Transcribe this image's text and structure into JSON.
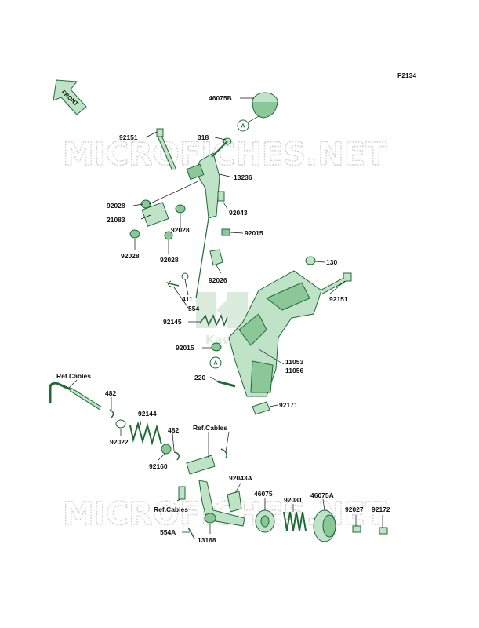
{
  "figure": {
    "id": "F2134"
  },
  "front_tag": "FRONT",
  "callout_letter": "A",
  "watermark": {
    "text": "MICROFICHES.NET",
    "logo_text": "Kawasaki"
  },
  "parts": [
    {
      "key": "p46075B",
      "num": "46075B"
    },
    {
      "key": "p318",
      "num": "318"
    },
    {
      "key": "p92151a",
      "num": "92151"
    },
    {
      "key": "p13236",
      "num": "13236"
    },
    {
      "key": "p92028a",
      "num": "92028"
    },
    {
      "key": "p21083",
      "num": "21083"
    },
    {
      "key": "p92028b",
      "num": "92028"
    },
    {
      "key": "p92028c",
      "num": "92028"
    },
    {
      "key": "p92028d",
      "num": "92028"
    },
    {
      "key": "p92043",
      "num": "92043"
    },
    {
      "key": "p92015a",
      "num": "92015"
    },
    {
      "key": "p130",
      "num": "130"
    },
    {
      "key": "p92026",
      "num": "92026"
    },
    {
      "key": "p92151b",
      "num": "92151"
    },
    {
      "key": "p411",
      "num": "411"
    },
    {
      "key": "p554",
      "num": "554"
    },
    {
      "key": "p92145",
      "num": "92145"
    },
    {
      "key": "p92015b",
      "num": "92015"
    },
    {
      "key": "p11053",
      "num": "11053"
    },
    {
      "key": "p11056",
      "num": "11056"
    },
    {
      "key": "refcables1",
      "num": "Ref.Cables"
    },
    {
      "key": "p220",
      "num": "220"
    },
    {
      "key": "p482a",
      "num": "482"
    },
    {
      "key": "p92171",
      "num": "92171"
    },
    {
      "key": "p92144",
      "num": "92144"
    },
    {
      "key": "p92022",
      "num": "92022"
    },
    {
      "key": "p482b",
      "num": "482"
    },
    {
      "key": "refcables2",
      "num": "Ref.Cables"
    },
    {
      "key": "p92160",
      "num": "92160"
    },
    {
      "key": "p92043A",
      "num": "92043A"
    },
    {
      "key": "p46075",
      "num": "46075"
    },
    {
      "key": "p92081",
      "num": "92081"
    },
    {
      "key": "p46075A",
      "num": "46075A"
    },
    {
      "key": "refcables3",
      "num": "Ref.Cables"
    },
    {
      "key": "p92027",
      "num": "92027"
    },
    {
      "key": "p92172",
      "num": "92172"
    },
    {
      "key": "p554A",
      "num": "554A"
    },
    {
      "key": "p13168",
      "num": "13168"
    }
  ],
  "colors": {
    "part_stroke": "#1f6b35",
    "part_fill": "#bfe3c6",
    "part_fill_dark": "#8cc79a",
    "label": "#111111",
    "watermark": "#d2d2d2"
  }
}
